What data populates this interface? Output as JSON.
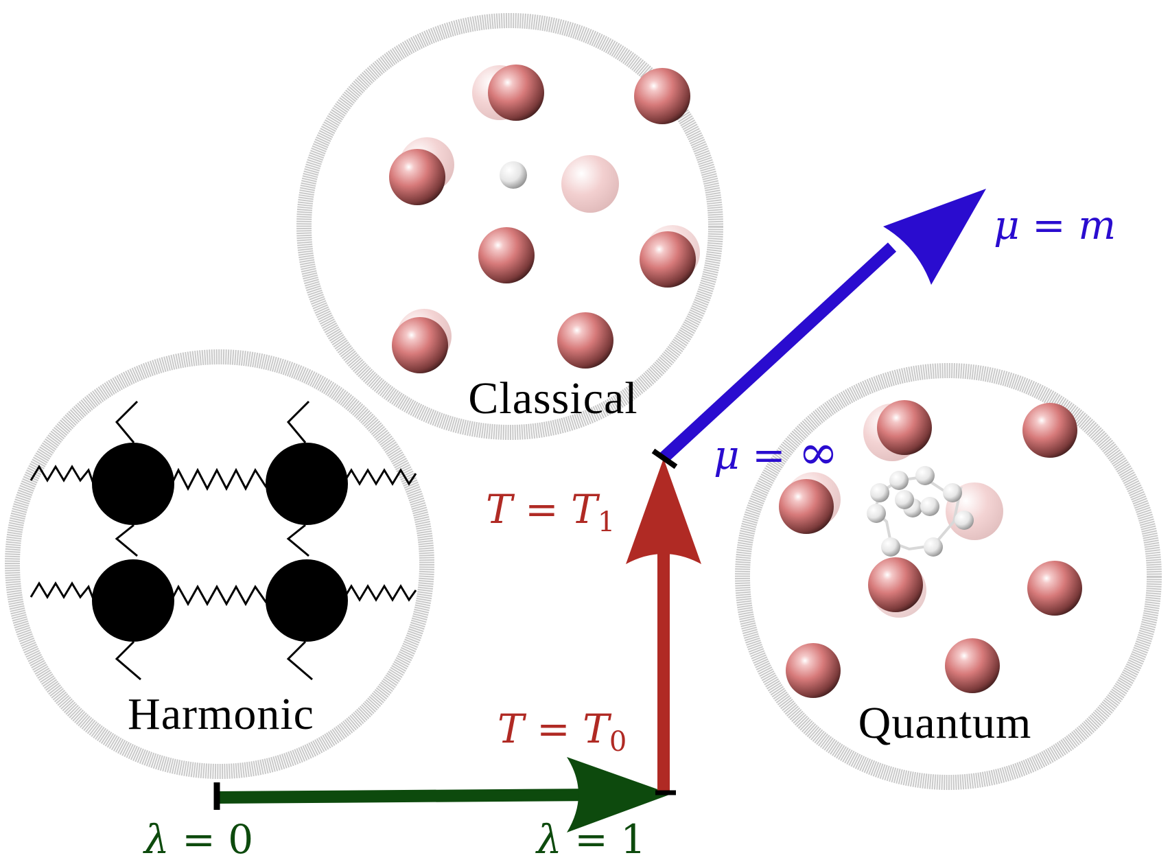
{
  "panels": {
    "classical": {
      "title": "Classical"
    },
    "harmonic": {
      "title": "Harmonic"
    },
    "quantum": {
      "title": "Quantum"
    }
  },
  "labels": {
    "lambda0": {
      "symbol": "λ",
      "eq": " = ",
      "value": "0"
    },
    "lambda1": {
      "symbol": "λ",
      "eq": " = ",
      "value": "1"
    },
    "t0": {
      "symbol": "T",
      "eq": " = ",
      "rhs": "T",
      "sub": "0"
    },
    "t1": {
      "symbol": "T",
      "eq": " = ",
      "rhs": "T",
      "sub": "1"
    },
    "mu_inf": {
      "symbol": "μ",
      "eq": " = ",
      "value": "∞"
    },
    "mu_m": {
      "symbol": "μ",
      "eq": " = ",
      "value": "m"
    }
  },
  "colors": {
    "lambda_arrow": "#0d4a0d",
    "temperature_arrow": "#b02a24",
    "mass_arrow": "#2a0ccf",
    "ring": "#c8c8c8",
    "atom": "#d97a7a",
    "hydrogen": "#e8e8e8",
    "bead": "#000000"
  }
}
